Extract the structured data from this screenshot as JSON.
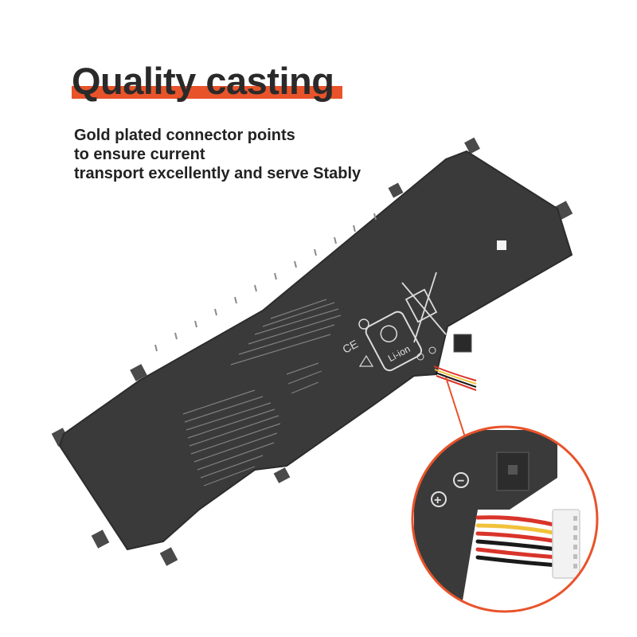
{
  "headline": "Quality casting",
  "subtext": {
    "line1": "Gold plated connector points",
    "line2": "to ensure current",
    "line3": "transport excellently and serve Stably"
  },
  "label": {
    "li_ion": "Li-ion",
    "ce": "CE",
    "plus": "+",
    "minus": "−"
  },
  "colors": {
    "accent": "#e8532a",
    "battery_body": "#3a3a3a",
    "wire_red": "#d9342b",
    "wire_yellow": "#f0c23c",
    "wire_black": "#1a1a1a",
    "connector": "#f2f2f2"
  }
}
